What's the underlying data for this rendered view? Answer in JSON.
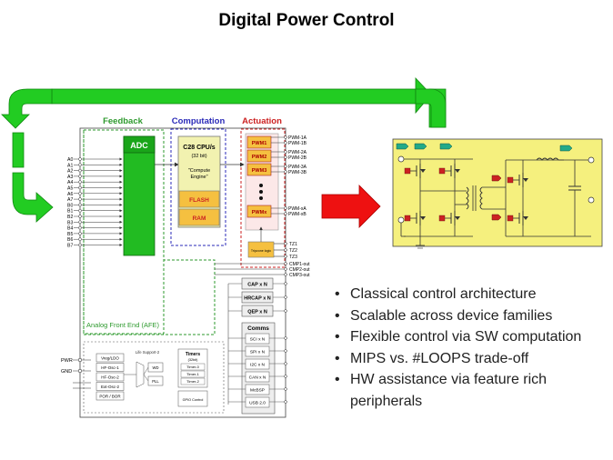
{
  "title": "Digital Power Control",
  "sections": {
    "feedback": "Feedback",
    "computation": "Computation",
    "actuation": "Actuation"
  },
  "adc": "ADC",
  "cpu": {
    "line1": "C28 CPU/s",
    "line2": "(32 bit)",
    "line3": "\"Compute",
    "line4": "Engine\""
  },
  "memory": {
    "flash": "FLASH",
    "ram": "RAM"
  },
  "analog_inputs": [
    "A0",
    "A1",
    "A2",
    "A3",
    "A4",
    "A5",
    "A6",
    "A7",
    "B0",
    "B1",
    "B2",
    "B3",
    "B4",
    "B5",
    "B6",
    "B7"
  ],
  "pwm_modules": [
    "PWM1",
    "PWM2",
    "PWM3",
    "PWMx"
  ],
  "pwm_outputs": [
    "PWM-1A",
    "PWM-1B",
    "PWM-2A",
    "PWM-2B",
    "PWM-3A",
    "PWM-3B",
    "PWM-xA",
    "PWM-xB"
  ],
  "tripzone_logic": "Tripzone logic",
  "tz_pins": [
    "TZ1",
    "TZ2",
    "TZ3"
  ],
  "cmp_pins": [
    "CMP1-out",
    "CMP2-out",
    "CMP3-out"
  ],
  "capture_blocks": [
    "CAP x N",
    "HRCAP x N",
    "QEP x N"
  ],
  "comms": {
    "title": "Comms",
    "items": [
      "SCI x N",
      "SPI x N",
      "I2C x N",
      "CAN x N",
      "McBSP",
      "USB 2.0"
    ]
  },
  "afe_label": "Analog Front End (AFE)",
  "system": {
    "left_blocks": [
      "Vreg/LDO",
      "HF-Osc-1",
      "HF-Osc-2",
      "Ext-Osc-2",
      "POR / BOR"
    ],
    "life_support": "Life Support-2",
    "wd": "WD",
    "pll": "PLL",
    "timers_title": "Timers",
    "timers_sub": "(32bit)",
    "timers": [
      "Timer-0",
      "Timer-1",
      "Timer-2"
    ],
    "gpio": "GPIO Control",
    "pins": [
      "PWR",
      "GND"
    ]
  },
  "bullets": [
    "Classical control architecture",
    "Scalable across device families",
    "Flexible control via SW computation",
    "MIPS vs. #LOOPS  trade-off",
    "HW assistance via feature rich peripherals"
  ],
  "colors": {
    "arrow_green": "#22cc22",
    "arrow_red": "#ee1111",
    "feedback_green": "#2e9a2e",
    "computation_blue": "#2a2ab8",
    "actuation_red": "#cc2222",
    "adc_fill": "#22bb22",
    "cpu_fill": "#f2f2b0",
    "circuit_bg": "#f5f07e"
  }
}
